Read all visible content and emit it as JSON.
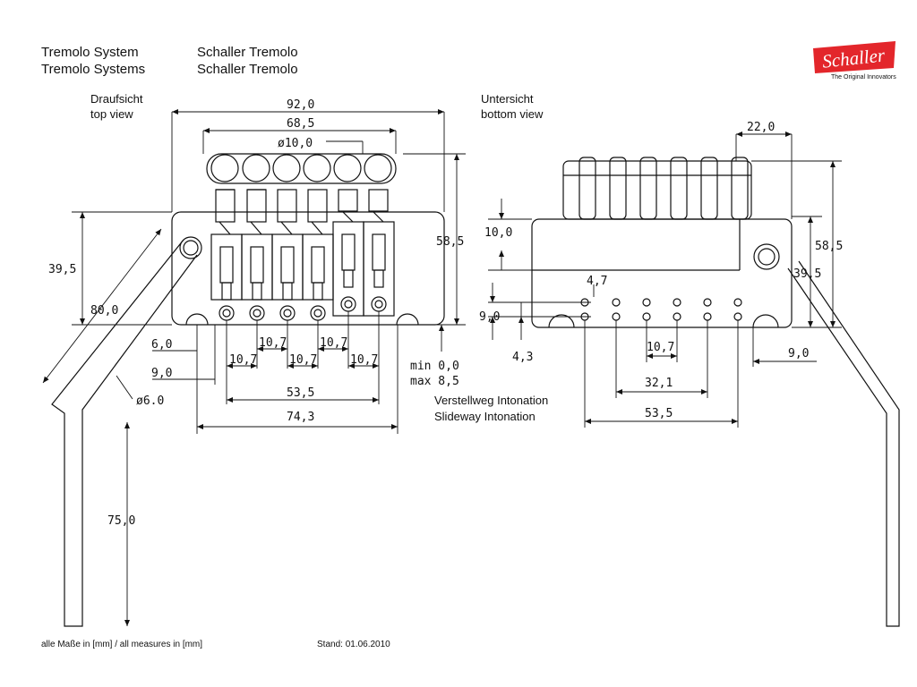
{
  "header": {
    "title_de": "Tremolo System",
    "title_en": "Tremolo Systems",
    "product_de": "Schaller Tremolo",
    "product_en": "Schaller Tremolo"
  },
  "brand": {
    "logo_text": "Schaller",
    "tagline": "The Original Innovators",
    "color": "#e3262b"
  },
  "top_view": {
    "label_de": "Draufsicht",
    "label_en": "top view",
    "dims": {
      "overall_width": "92,0",
      "outer_string_span": "68,5",
      "roller_dia": "ø10,0",
      "depth": "58,5",
      "arm_offset": "39,5",
      "arm_length": "80,0",
      "hole_offset_a": "6,0",
      "hole_offset_b": "9,0",
      "arm_dia": "ø6.0",
      "spacing_1": "10,7",
      "spacing_2": "10,7",
      "spacing_3": "10,7",
      "spacing_4": "10,7",
      "spacing_5": "10,7",
      "span_535": "53,5",
      "span_743": "74,3",
      "travel_min": "min 0,0",
      "travel_max": "max 8,5",
      "arm_vertical": "75,0"
    },
    "intonation_de": "Verstellweg Intonation",
    "intonation_en": "Slideway Intonation"
  },
  "bottom_view": {
    "label_de": "Untersicht",
    "label_en": "bottom view",
    "dims": {
      "offset_220": "22,0",
      "height_100": "10,0",
      "depth": "58,5",
      "arm_offset": "39,5",
      "dot_dia": "4,7",
      "row_offset": "9,0",
      "row_gap": "4,3",
      "spacing": "10,7",
      "span_321": "32,1",
      "span_535": "53,5",
      "edge_90": "9,0"
    }
  },
  "footer": {
    "measures": "alle Maße in [mm] / all measures in [mm]",
    "date": "Stand: 01.06.2010"
  }
}
